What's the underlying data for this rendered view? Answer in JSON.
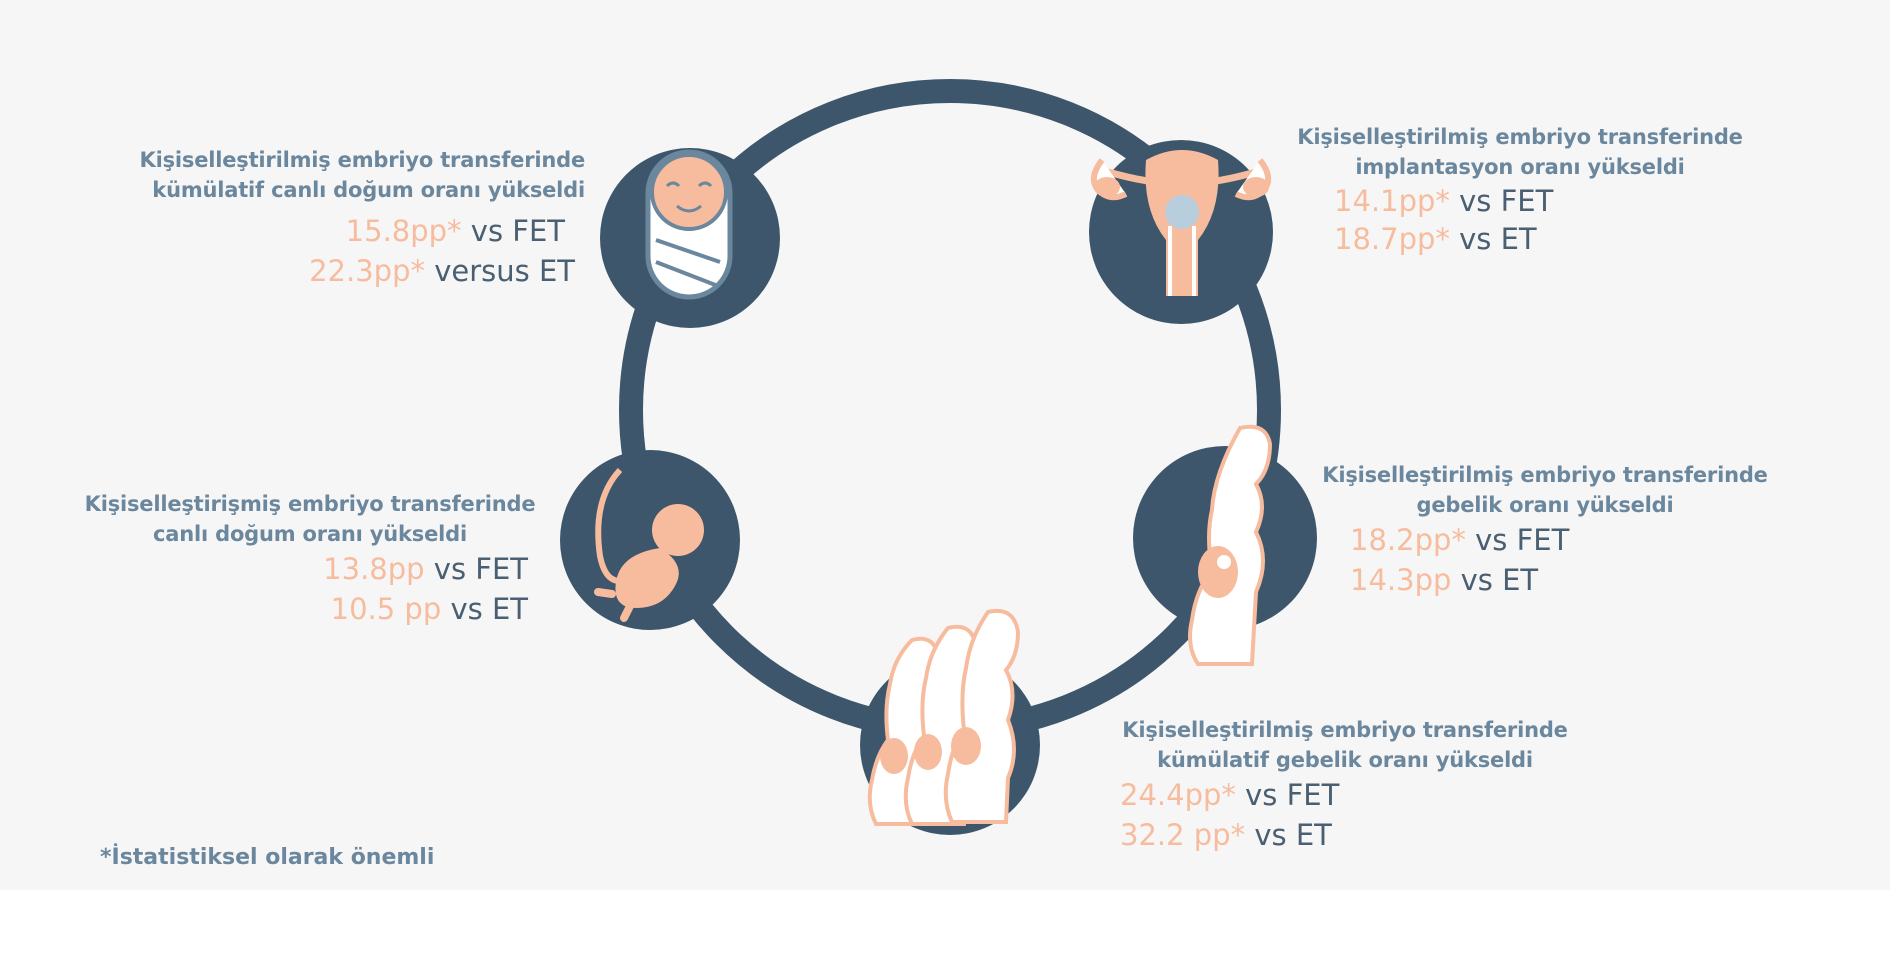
{
  "colors": {
    "ring": "#3d566b",
    "accent": "#f7bc9d",
    "title": "#6b879e",
    "text": "#4a5f71",
    "background": "#f6f6f6"
  },
  "icons": {
    "top_left": "swaddled-baby-icon",
    "top_right": "uterus-icon",
    "right": "pregnant-woman-icon",
    "bottom": "pregnant-women-group-icon",
    "left": "fetus-icon"
  },
  "blocks": {
    "cumulative_live_birth": {
      "title_line1": "Kişiselleştirilmiş embriyo transferinde",
      "title_line2": "kümülatif canlı doğum oranı yükseldi",
      "stat1_value": "15.8pp*",
      "stat1_compare": " vs FET",
      "stat2_value": "22.3pp*",
      "stat2_compare": " versus ET"
    },
    "implantation": {
      "title_line1": "Kişiselleştirilmiş embriyo transferinde",
      "title_line2": "implantasyon oranı yükseldi",
      "stat1_value": "14.1pp*",
      "stat1_compare": " vs FET",
      "stat2_value": "18.7pp*",
      "stat2_compare": " vs ET"
    },
    "pregnancy": {
      "title_line1": "Kişiselleştirilmiş embriyo transferinde",
      "title_line2": "gebelik oranı yükseldi",
      "stat1_value": "18.2pp*",
      "stat1_compare": " vs FET",
      "stat2_value": "14.3pp",
      "stat2_compare": " vs ET"
    },
    "cumulative_pregnancy": {
      "title_line1": "Kişiselleştirilmiş embriyo transferinde",
      "title_line2": "kümülatif gebelik oranı yükseldi",
      "stat1_value": "24.4pp*",
      "stat1_compare": " vs FET",
      "stat2_value": "32.2 pp*",
      "stat2_compare": " vs ET"
    },
    "live_birth": {
      "title_line1": "Kişiselleştirişmiş embriyo  transferinde",
      "title_line2": "canlı doğum oranı yükseldi",
      "stat1_value": "13.8pp",
      "stat1_compare": " vs FET",
      "stat2_value": "10.5 pp",
      "stat2_compare": " vs ET"
    }
  },
  "footnote": "*İstatistiksel olarak önemli"
}
